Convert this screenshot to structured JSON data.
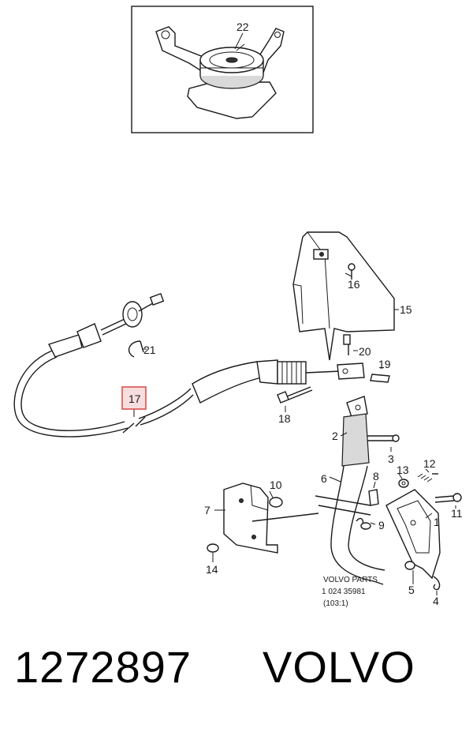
{
  "diagram": {
    "callouts": [
      "22",
      "16",
      "15",
      "21",
      "20",
      "19",
      "17",
      "18",
      "2",
      "3",
      "13",
      "12",
      "6",
      "8",
      "10",
      "7",
      "9",
      "11",
      "1",
      "14",
      "5",
      "4"
    ],
    "highlighted_callout": "17",
    "highlight_color": "#d9534f",
    "reference": {
      "line1": "VOLVO PARTS",
      "line2": "1  024  35981",
      "line3": "(103:1)"
    }
  },
  "caption": {
    "part_number": "1272897",
    "brand": "VOLVO"
  }
}
